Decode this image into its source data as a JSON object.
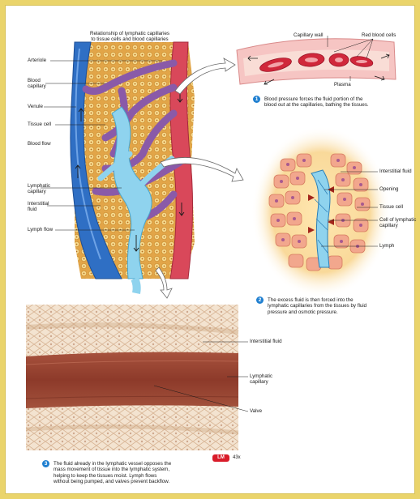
{
  "colors": {
    "page_border": "#ead46b",
    "arteriole": "#d9485a",
    "venule": "#2f6fc4",
    "lymphatic": "#8fd3ee",
    "blood_capillary": "#8a5aa8",
    "tissue_cell": "#e8b55a",
    "badge": "#1f7fd0",
    "lm_badge": "#d91c2a"
  },
  "main_diagram": {
    "title": "Relationship of lymphatic capillaries\nto tissue cells and blood capillaries",
    "labels": {
      "arteriole": "Arteriole",
      "blood_capillary": "Blood\ncapillary",
      "venule": "Venule",
      "tissue_cell": "Tissue cell",
      "blood_flow": "Blood flow",
      "lymphatic_capillary": "Lymphatic\ncapillary",
      "interstitial_fluid": "Interstitial\nfluid",
      "lymph_flow": "Lymph flow"
    }
  },
  "panel1": {
    "labels": {
      "capillary_wall": "Capillary wall",
      "red_blood_cells": "Red blood cells",
      "plasma": "Plasma"
    },
    "step": "1",
    "caption": "Blood pressure forces the fluid portion of the\nblood out at the capillaries, bathing the tissues."
  },
  "panel2": {
    "labels": {
      "interstitial_fluid": "Interstitial fluid",
      "opening": "Opening",
      "tissue_cell": "Tissue cell",
      "cell_of_lymphatic": "Cell of lymphatic\ncapillary",
      "lymph": "Lymph"
    },
    "step": "2",
    "caption": "The excess fluid is then forced into the\nlymphatic capillaries from the tissues by fluid\npressure and osmotic pressure."
  },
  "panel3": {
    "labels": {
      "interstitial_fluid": "Interstitial fluid",
      "lymphatic_capillary": "Lymphatic\ncapillary",
      "valve": "Valve"
    },
    "step": "3",
    "caption": "The fluid already in the lymphatic vessel opposes the\nmass movement of tissue into the lymphatic system,\nhelping to keep the tissues moist. Lymph flows\nwithout being pumped, and valves prevent backflow.",
    "badge": "LM",
    "magnification": "43x"
  }
}
